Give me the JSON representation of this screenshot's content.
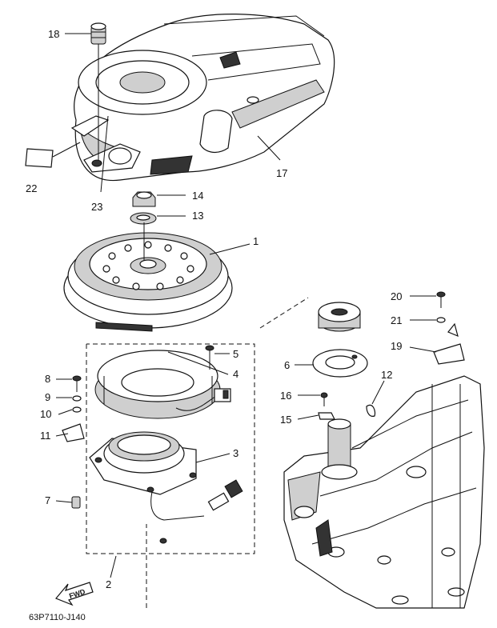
{
  "callouts": [
    "1",
    "2",
    "3",
    "4",
    "5",
    "6",
    "7",
    "8",
    "9",
    "10",
    "11",
    "12",
    "13",
    "14",
    "15",
    "16",
    "17",
    "18",
    "19",
    "20",
    "21",
    "22",
    "23"
  ],
  "figure_code": "63P7110-J140",
  "fwd_label": "FWD"
}
